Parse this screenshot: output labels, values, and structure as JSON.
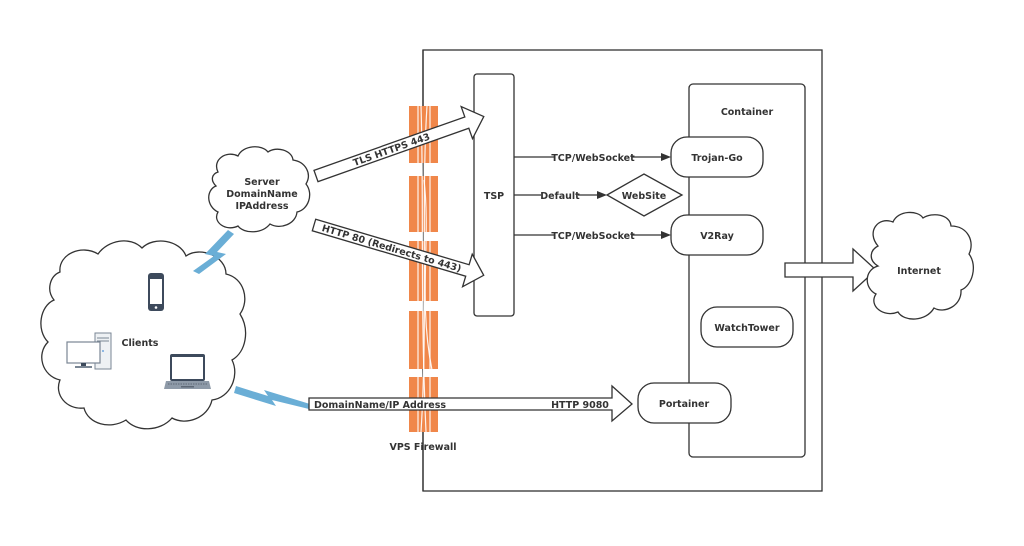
{
  "title": "Trojan-Go / V2Ray VPS deployment diagram",
  "nodes": {
    "clients": {
      "label": "Clients",
      "devices": [
        "smartphone",
        "desktop-computer",
        "laptop"
      ]
    },
    "server_cloud": {
      "lines": [
        "Server",
        "DomainName",
        "IPAddress"
      ]
    },
    "tsp": {
      "label": "TSP"
    },
    "container": {
      "label": "Container"
    },
    "trojan_go": {
      "label": "Trojan-Go"
    },
    "website": {
      "label": "WebSite"
    },
    "v2ray": {
      "label": "V2Ray"
    },
    "watchtower": {
      "label": "WatchTower"
    },
    "portainer": {
      "label": "Portainer"
    },
    "internet": {
      "label": "Internet"
    },
    "firewall": {
      "label": "VPS Firewall"
    }
  },
  "edges": {
    "tls": {
      "label": "TLS HTTPS 443"
    },
    "http80": {
      "label": "HTTP 80 (Redirects to 443)"
    },
    "tsp_trojan": {
      "label": "TCP/WebSocket"
    },
    "tsp_website": {
      "label": "Default"
    },
    "tsp_v2ray": {
      "label": "TCP/WebSocket"
    },
    "portainer_access": {
      "label_left": "DomainName/IP Address",
      "label_right": "HTTP 9080"
    }
  },
  "colors": {
    "stroke": "#333333",
    "firewall": "#f0874a",
    "wireless_link": "#6aaed6",
    "device_frame": "#3d4a5c"
  }
}
